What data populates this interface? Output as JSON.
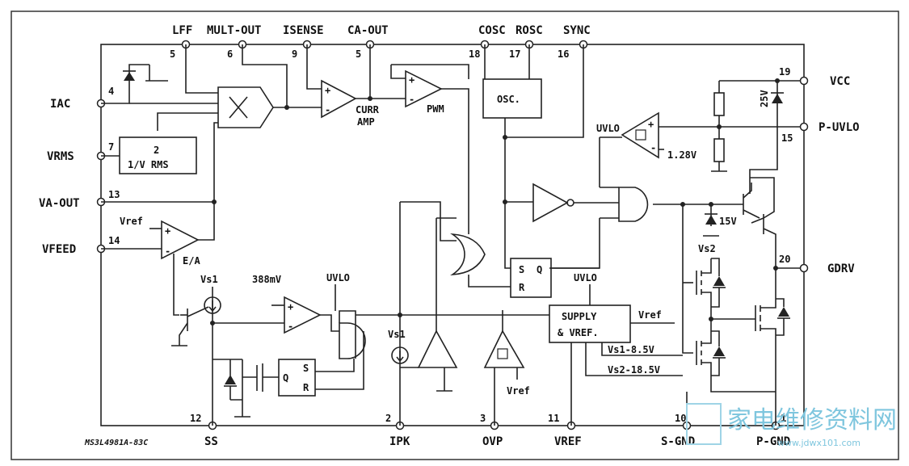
{
  "pins": {
    "lff": {
      "name": "LFF",
      "num": "5"
    },
    "mult_out": {
      "name": "MULT-OUT",
      "num": "6"
    },
    "isense": {
      "name": "ISENSE",
      "num": "9"
    },
    "ca_out": {
      "name": "CA-OUT",
      "num": "5"
    },
    "cosc": {
      "name": "COSC",
      "num": "18"
    },
    "rosc": {
      "name": "ROSC",
      "num": "17"
    },
    "sync": {
      "name": "SYNC",
      "num": "16"
    },
    "iac": {
      "name": "IAC",
      "num": "4"
    },
    "vrms": {
      "name": "VRMS",
      "num": "7"
    },
    "va_out": {
      "name": "VA-OUT",
      "num": "13"
    },
    "vfeed": {
      "name": "VFEED",
      "num": "14"
    },
    "vcc": {
      "name": "VCC",
      "num": "19"
    },
    "p_uvlo": {
      "name": "P-UVLO",
      "num": "15"
    },
    "gdrv": {
      "name": "GDRV",
      "num": "20"
    },
    "ss": {
      "name": "SS",
      "num": "12"
    },
    "ipk": {
      "name": "IPK",
      "num": "2"
    },
    "ovp": {
      "name": "OVP",
      "num": "3"
    },
    "vref": {
      "name": "VREF",
      "num": "11"
    },
    "s_gnd": {
      "name": "S-GND",
      "num": "10"
    },
    "p_gnd": {
      "name": "P-GND",
      "num": "1"
    }
  },
  "blocks": {
    "rms_top": "2",
    "rms_bottom": "1/V RMS",
    "osc": "OSC.",
    "supply_line1": "SUPPLY",
    "supply_line2": "& VREF.",
    "sr_top": "S",
    "sr_q": "Q",
    "sr_r": "R",
    "ss_sr_q": "Q",
    "ss_sr_s": "S",
    "ss_sr_r": "R"
  },
  "labels": {
    "curr_amp_1": "CURR",
    "curr_amp_2": "AMP",
    "pwm": "PWM",
    "ea": "E/A",
    "vref_ea": "Vref",
    "vs1_left": "Vs1",
    "mv388": "388mV",
    "uvlo_mid": "UVLO",
    "vs1_mid": "Vs1",
    "vref_ovp": "Vref",
    "uvlo_supply": "UVLO",
    "vref_supply": "Vref",
    "vs1_85": "Vs1-8.5V",
    "vs2_185": "Vs2-18.5V",
    "uvlo_comp": "UVLO",
    "v128": "1.28V",
    "z25": "25V",
    "z15": "15V",
    "vs2": "Vs2",
    "part_code": "MS3L4981A-83C"
  },
  "watermark": {
    "cn": "家电维修资料网",
    "url": "www.jdwx101.com"
  },
  "colors": {
    "line": "#222222",
    "watermark": "#7fc6de"
  }
}
